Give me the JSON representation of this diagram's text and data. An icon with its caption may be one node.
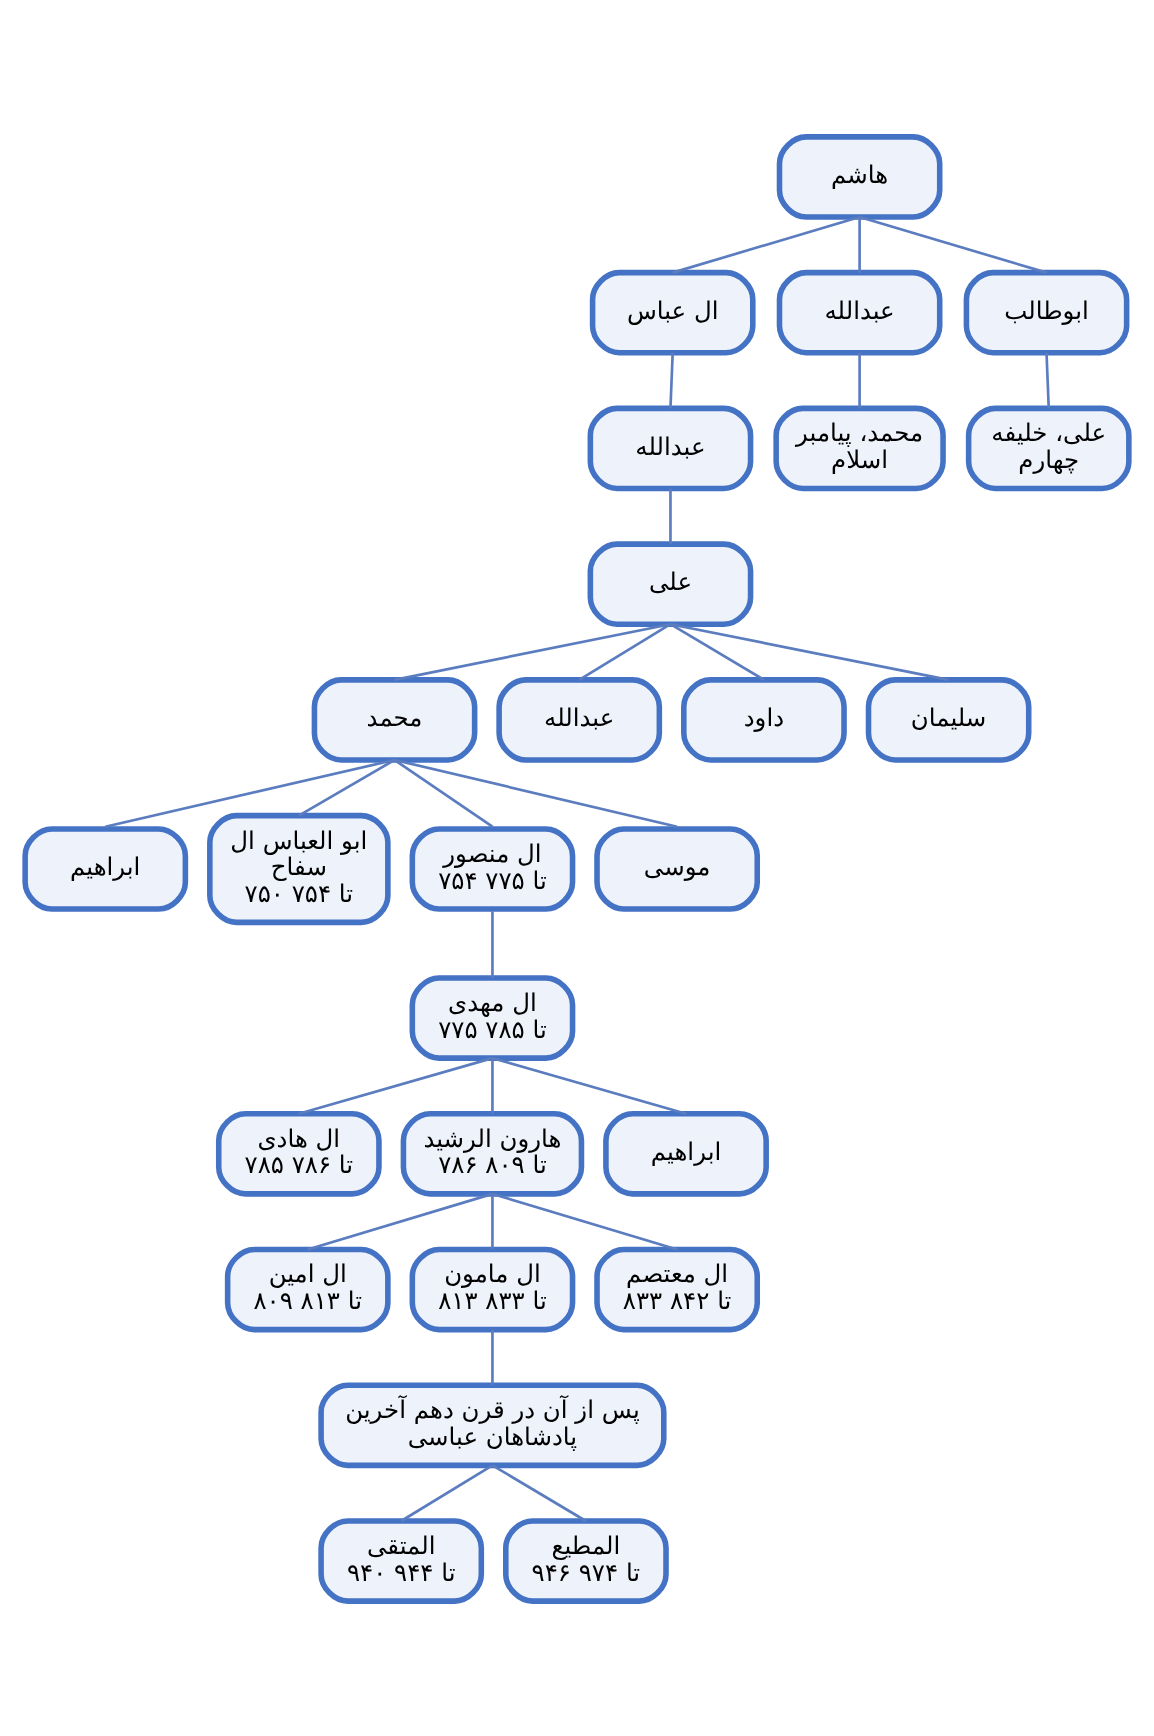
{
  "diagram": {
    "nodes": [
      {
        "text": [
          "هاشم"
        ]
      },
      {
        "text": [
          "ال عباس"
        ]
      },
      {
        "text": [
          "عبدالله"
        ]
      },
      {
        "text": [
          "ابوطالب"
        ]
      },
      {
        "text": [
          "عبدالله"
        ]
      },
      {
        "text": [
          "محمد، پیامبر اسلام"
        ]
      },
      {
        "text": [
          "علی، خلیفه چهارم"
        ]
      },
      {
        "text": [
          "علی"
        ]
      },
      {
        "text": [
          "محمد"
        ]
      },
      {
        "text": [
          "عبدالله"
        ]
      },
      {
        "text": [
          "داود"
        ]
      },
      {
        "text": [
          "سلیمان"
        ]
      },
      {
        "text": [
          "ابراهیم"
        ]
      },
      {
        "text": [
          "ابو العباس ال سفاح",
          "۷۵۰ تا ۷۵۴"
        ]
      },
      {
        "text": [
          "ال منصور",
          "۷۵۴ تا ۷۷۵"
        ]
      },
      {
        "text": [
          "موسی"
        ]
      },
      {
        "text": [
          "ال مهدی",
          "۷۷۵ تا ۷۸۵"
        ]
      },
      {
        "text": [
          "ال هادی",
          "۷۸۵ تا ۷۸۶"
        ]
      },
      {
        "text": [
          "هارون الرشید",
          "۷۸۶ تا ۸۰۹"
        ]
      },
      {
        "text": [
          "ابراهیم"
        ]
      },
      {
        "text": [
          "ال امین",
          "۸۰۹ تا ۸۱۳"
        ]
      },
      {
        "text": [
          "ال مامون",
          "۸۱۳ تا ۸۳۳"
        ]
      },
      {
        "text": [
          "ال معتصم",
          "۸۳۳ تا ۸۴۲"
        ]
      },
      {
        "text": [
          "پس از آن در قرن دهم آخرین پادشاهان عباسی"
        ]
      },
      {
        "text": [
          "المتقی",
          "۹۴۰ تا ۹۴۴"
        ]
      },
      {
        "text": [
          "المطیع",
          "۹۴۶ تا ۹۷۴"
        ]
      }
    ],
    "edges": [
      {
        "from": 0,
        "to": 1,
        "arrow": "none"
      },
      {
        "from": 0,
        "to": 2,
        "arrow": "none"
      },
      {
        "from": 0,
        "to": 3,
        "arrow": "none"
      },
      {
        "from": 1,
        "to": 4,
        "arrow": "none"
      },
      {
        "from": 2,
        "to": 5,
        "arrow": "none"
      },
      {
        "from": 3,
        "to": 6,
        "arrow": "none"
      },
      {
        "from": 4,
        "to": 7,
        "arrow": "none"
      },
      {
        "from": 7,
        "to": 8,
        "arrow": "none"
      },
      {
        "from": 7,
        "to": 9,
        "arrow": "none"
      },
      {
        "from": 7,
        "to": 10,
        "arrow": "none"
      },
      {
        "from": 7,
        "to": 11,
        "arrow": "none"
      },
      {
        "from": 8,
        "to": 12,
        "arrow": "none"
      },
      {
        "from": 8,
        "to": 13,
        "arrow": "none"
      },
      {
        "from": 8,
        "to": 14,
        "arrow": "none"
      },
      {
        "from": 8,
        "to": 15,
        "arrow": "none"
      },
      {
        "from": 14,
        "to": 16,
        "arrow": "none"
      },
      {
        "from": 16,
        "to": 17,
        "arrow": "none"
      },
      {
        "from": 16,
        "to": 18,
        "arrow": "none"
      },
      {
        "from": 16,
        "to": 19,
        "arrow": "none"
      },
      {
        "from": 18,
        "to": 20,
        "arrow": "none"
      },
      {
        "from": 18,
        "to": 21,
        "arrow": "none"
      },
      {
        "from": 18,
        "to": 22,
        "arrow": "none"
      },
      {
        "from": 21,
        "to": 23,
        "arrow": "none"
      },
      {
        "from": 23,
        "to": 24,
        "arrow": "none"
      },
      {
        "from": 23,
        "to": 25,
        "arrow": "none"
      }
    ]
  }
}
